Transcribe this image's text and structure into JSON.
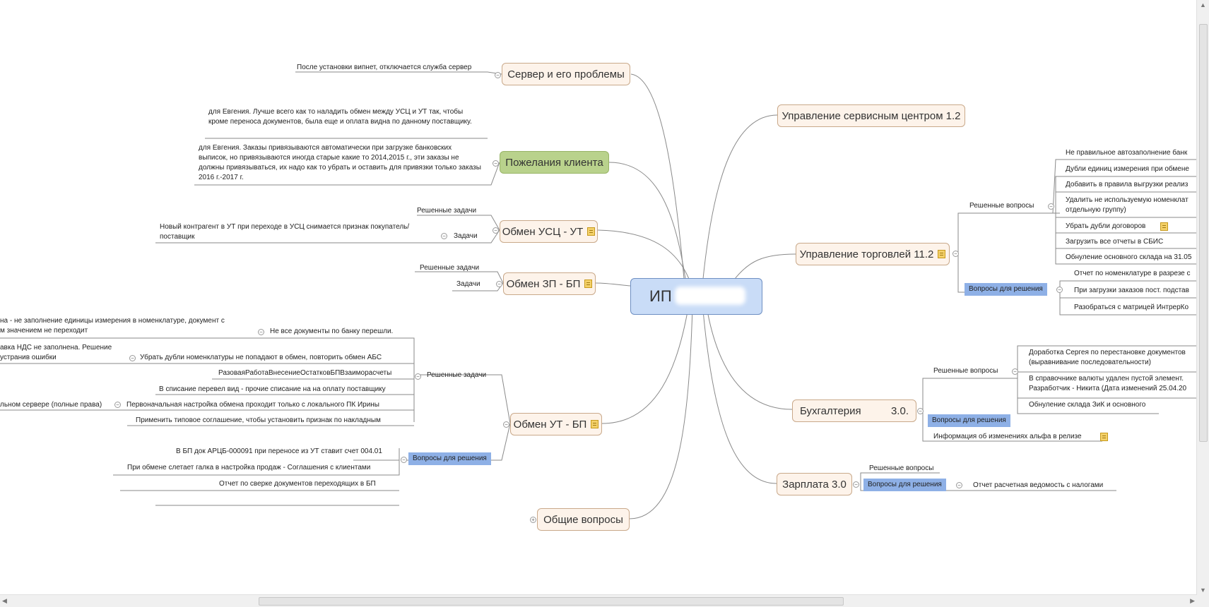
{
  "central": {
    "title": "ИП"
  },
  "left": {
    "server": {
      "label": "Сервер и его проблемы",
      "leaf": "После установки випнет, отключается служба сервер"
    },
    "wishes": {
      "label": "Пожелания клиента",
      "note1": "для Евгения. Лучше всего как то наладить обмен между УСЦ и УТ так, чтобы кроме переноса документов, была еще и оплата видна по данному поставщику.",
      "note2": "для Евгения. Заказы привязываются автоматически при загрузке банковских выписок, но привязываются иногда старые какие то 2014,2015 г., эти заказы не должны привязываться, их надо как то убрать и оставить для привязки только заказы 2016 г.-2017 г."
    },
    "usc_ut": {
      "label": "Обмен УСЦ - УТ",
      "solved": "Решенные задачи",
      "tasks": "Задачи",
      "task_item": "Новый контрагент в УТ при переходе в УСЦ снимается признак покупатель/поставщик"
    },
    "zp_bp": {
      "label": "Обмен ЗП - БП",
      "solved": "Решенные задачи",
      "tasks": "Задачи"
    },
    "ut_bp": {
      "label": "Обмен УТ - БП",
      "solved": "Решенные задачи",
      "questions": "Вопросы для решения",
      "solved_items": [
        "Не все документы по банку перешли.",
        "Убрать дубли номенклатуры не попадают в обмен, повторить обмен АБС",
        "РазоваяРаботаВнесениеОстатковБПВзаиморасчеты",
        "В списание перевел вид - прочие списание на  на оплату поставщику",
        "Первоначальная настройка обмена проходит только с локального ПК Ирины",
        "Применить типовое соглашение, чтобы установить признак по накладным"
      ],
      "sub_items": [
        "на - не заполнение единицы измерения в номенклатуре, документ с",
        "м значением не переходит",
        "авка НДС не заполнена. Решение",
        "устранив ошибки",
        "льном сервере (полные права)"
      ],
      "question_items": [
        "В БП док АРЦБ-000091 при переносе из УТ ставит счет 004.01",
        "При обмене слетает галка в настройка продаж - Соглашения с клиентами",
        "Отчет по сверке документов переходящих в БП"
      ]
    },
    "general": {
      "label": "Общие вопросы"
    }
  },
  "right": {
    "service": {
      "label": "Управление сервисным центром 1.2"
    },
    "trade": {
      "label": "Управление торговлей 11.2",
      "solved": "Решенные вопросы",
      "questions": "Вопросы для решения",
      "solved_items": [
        "Не правильное автозаполнение банк",
        "Дубли единиц измерения при обмене",
        "Добавить в правила выгрузки реализ",
        "Удалить не используемую номенклат",
        "отдельную группу)",
        "Убрать дубли договоров",
        "Загрузить все отчеты в СБИС",
        "Обнуление основного склада на 31.05"
      ],
      "question_items": [
        "Отчет по номенклатуре в разрезе с",
        "При загрузки заказов пост. подстав",
        "Разобраться с матрицей ИнтрерКо"
      ]
    },
    "accounting": {
      "label": "Бухгалтерия",
      "version": "3.0.",
      "solved": "Решенные вопросы",
      "questions": "Вопросы для решения",
      "solved_items": [
        "Доработка Сергея по перестановке документов",
        "(выравнивание последовательности)",
        "В справочнике валюты удален пустой элемент.",
        "Разработчик - Никита (Дата изменений 25.04.20",
        "Обнуление склада ЗиК и основного"
      ],
      "info": "Информация об изменениях альфа в релизе"
    },
    "salary": {
      "label": "Зарплата 3.0",
      "solved": "Решенные вопросы",
      "questions": "Вопросы для решения",
      "report": "Отчет расчетная ведомость с налогами"
    }
  },
  "colors": {
    "node_fill": "#fdf3ea",
    "node_border": "#c9a98a",
    "green_node": "#b9d28c",
    "central_fill": "#c9dcf7",
    "tag_fill": "#8eb0e6"
  }
}
